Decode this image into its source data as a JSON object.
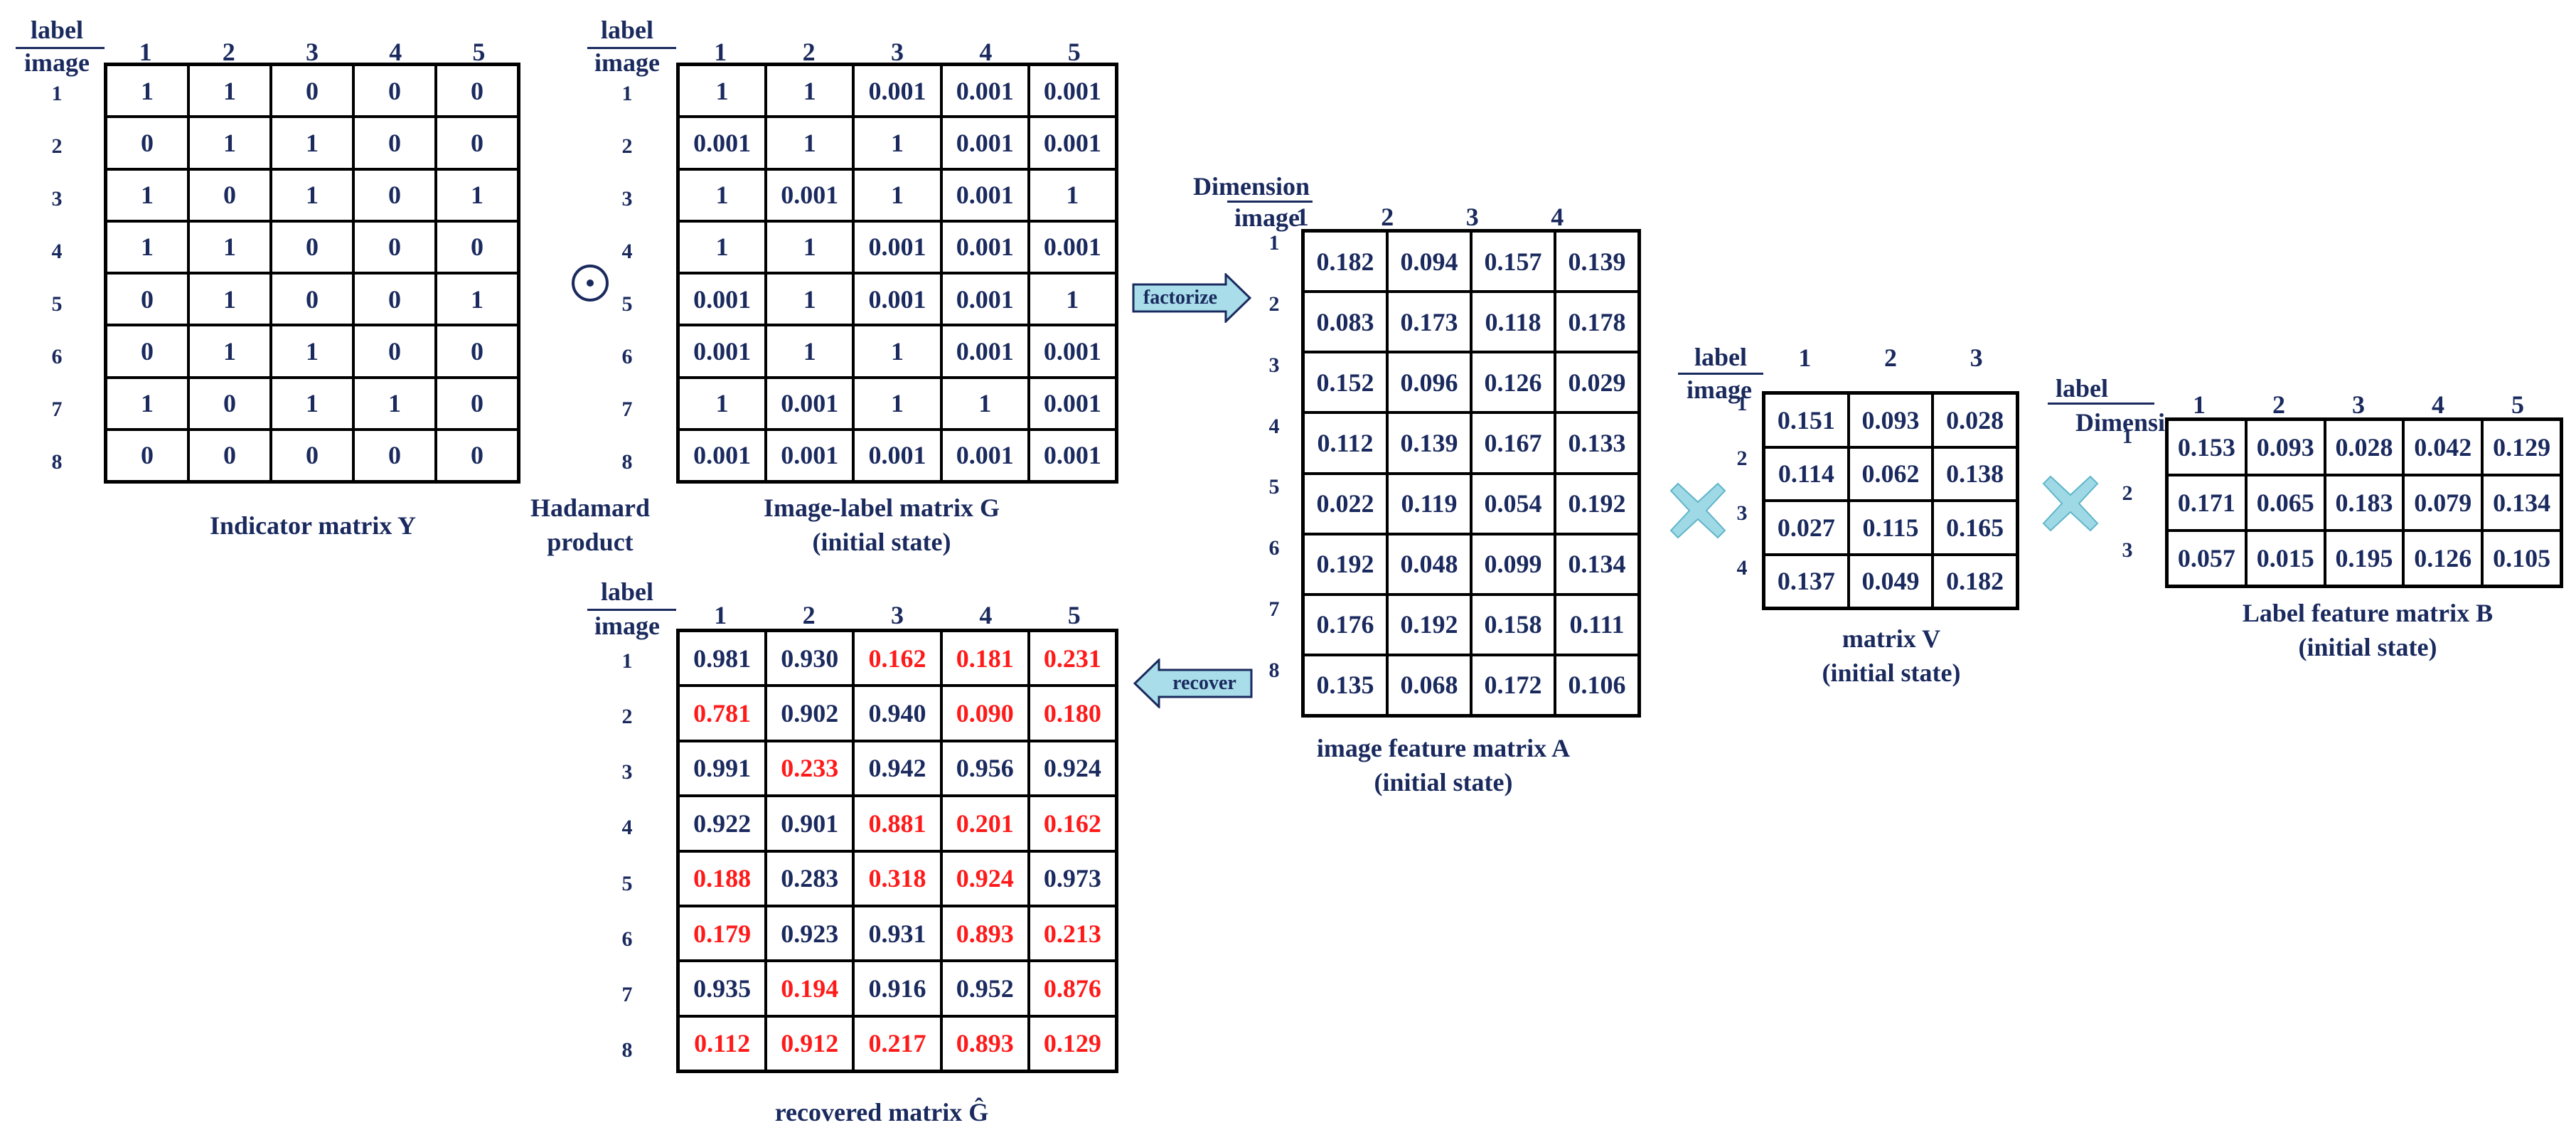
{
  "colors": {
    "text": "#1a2a5e",
    "highlight": "#ff1a1a",
    "arrow_fill": "#a8dde9",
    "cross": "#9fd9e6"
  },
  "matrixY": {
    "header_col": "label",
    "header_row": "image",
    "cols": [
      "1",
      "2",
      "3",
      "4",
      "5"
    ],
    "rows": [
      "1",
      "2",
      "3",
      "4",
      "5",
      "6",
      "7",
      "8"
    ],
    "cells": [
      [
        "1",
        "1",
        "0",
        "0",
        "0"
      ],
      [
        "0",
        "1",
        "1",
        "0",
        "0"
      ],
      [
        "1",
        "0",
        "1",
        "0",
        "1"
      ],
      [
        "1",
        "1",
        "0",
        "0",
        "0"
      ],
      [
        "0",
        "1",
        "0",
        "0",
        "1"
      ],
      [
        "0",
        "1",
        "1",
        "0",
        "0"
      ],
      [
        "1",
        "0",
        "1",
        "1",
        "0"
      ],
      [
        "0",
        "0",
        "0",
        "0",
        "0"
      ]
    ],
    "caption": "Indicator matrix Y"
  },
  "hadamard": {
    "symbol": "⊙",
    "caption_line1": "Hadamard",
    "caption_line2": "product"
  },
  "matrixG": {
    "header_col": "label",
    "header_row": "image",
    "cols": [
      "1",
      "2",
      "3",
      "4",
      "5"
    ],
    "rows": [
      "1",
      "2",
      "3",
      "4",
      "5",
      "6",
      "7",
      "8"
    ],
    "cells": [
      [
        "1",
        "1",
        "0.001",
        "0.001",
        "0.001"
      ],
      [
        "0.001",
        "1",
        "1",
        "0.001",
        "0.001"
      ],
      [
        "1",
        "0.001",
        "1",
        "0.001",
        "1"
      ],
      [
        "1",
        "1",
        "0.001",
        "0.001",
        "0.001"
      ],
      [
        "0.001",
        "1",
        "0.001",
        "0.001",
        "1"
      ],
      [
        "0.001",
        "1",
        "1",
        "0.001",
        "0.001"
      ],
      [
        "1",
        "0.001",
        "1",
        "1",
        "0.001"
      ],
      [
        "0.001",
        "0.001",
        "0.001",
        "0.001",
        "0.001"
      ]
    ],
    "caption_line1": "Image-label matrix G",
    "caption_line2": "(initial state)"
  },
  "matrixGhat": {
    "header_col": "label",
    "header_row": "image",
    "cols": [
      "1",
      "2",
      "3",
      "4",
      "5"
    ],
    "rows": [
      "1",
      "2",
      "3",
      "4",
      "5",
      "6",
      "7",
      "8"
    ],
    "cells": [
      [
        "0.981",
        "0.930",
        "0.162",
        "0.181",
        "0.231"
      ],
      [
        "0.781",
        "0.902",
        "0.940",
        "0.090",
        "0.180"
      ],
      [
        "0.991",
        "0.233",
        "0.942",
        "0.956",
        "0.924"
      ],
      [
        "0.922",
        "0.901",
        "0.881",
        "0.201",
        "0.162"
      ],
      [
        "0.188",
        "0.283",
        "0.318",
        "0.924",
        "0.973"
      ],
      [
        "0.179",
        "0.923",
        "0.931",
        "0.893",
        "0.213"
      ],
      [
        "0.935",
        "0.194",
        "0.916",
        "0.952",
        "0.876"
      ],
      [
        "0.112",
        "0.912",
        "0.217",
        "0.893",
        "0.129"
      ]
    ],
    "red": [
      [
        false,
        false,
        true,
        true,
        true
      ],
      [
        true,
        false,
        false,
        true,
        true
      ],
      [
        false,
        true,
        false,
        false,
        false
      ],
      [
        false,
        false,
        true,
        true,
        true
      ],
      [
        true,
        false,
        true,
        true,
        false
      ],
      [
        true,
        false,
        false,
        true,
        true
      ],
      [
        false,
        true,
        false,
        false,
        true
      ],
      [
        true,
        true,
        true,
        true,
        true
      ]
    ],
    "caption": "recovered matrix Ĝ"
  },
  "arrows": {
    "factorize": "factorize",
    "recover": "recover"
  },
  "matrixA": {
    "header_col": "Dimension",
    "header_row": "image",
    "cols": [
      "1",
      "2",
      "3",
      "4"
    ],
    "rows": [
      "1",
      "2",
      "3",
      "4",
      "5",
      "6",
      "7",
      "8"
    ],
    "cells": [
      [
        "0.182",
        "0.094",
        "0.157",
        "0.139"
      ],
      [
        "0.083",
        "0.173",
        "0.118",
        "0.178"
      ],
      [
        "0.152",
        "0.096",
        "0.126",
        "0.029"
      ],
      [
        "0.112",
        "0.139",
        "0.167",
        "0.133"
      ],
      [
        "0.022",
        "0.119",
        "0.054",
        "0.192"
      ],
      [
        "0.192",
        "0.048",
        "0.099",
        "0.134"
      ],
      [
        "0.176",
        "0.192",
        "0.158",
        "0.111"
      ],
      [
        "0.135",
        "0.068",
        "0.172",
        "0.106"
      ]
    ],
    "caption_line1": "image feature matrix A",
    "caption_line2": "(initial state)"
  },
  "matrixV": {
    "header_col": "label",
    "header_row": "image",
    "cols": [
      "1",
      "2",
      "3"
    ],
    "rows": [
      "1",
      "2",
      "3",
      "4"
    ],
    "cells": [
      [
        "0.151",
        "0.093",
        "0.028"
      ],
      [
        "0.114",
        "0.062",
        "0.138"
      ],
      [
        "0.027",
        "0.115",
        "0.165"
      ],
      [
        "0.137",
        "0.049",
        "0.182"
      ]
    ],
    "caption_line1": "matrix V",
    "caption_line2": "(initial state)"
  },
  "matrixB": {
    "header_col": "label",
    "header_row": "Dimensi",
    "cols": [
      "1",
      "2",
      "3",
      "4",
      "5"
    ],
    "rows": [
      "1",
      "2",
      "3"
    ],
    "cells": [
      [
        "0.153",
        "0.093",
        "0.028",
        "0.042",
        "0.129"
      ],
      [
        "0.171",
        "0.065",
        "0.183",
        "0.079",
        "0.134"
      ],
      [
        "0.057",
        "0.015",
        "0.195",
        "0.126",
        "0.105"
      ]
    ],
    "caption_line1": "Label feature matrix B",
    "caption_line2": "(initial state)"
  }
}
